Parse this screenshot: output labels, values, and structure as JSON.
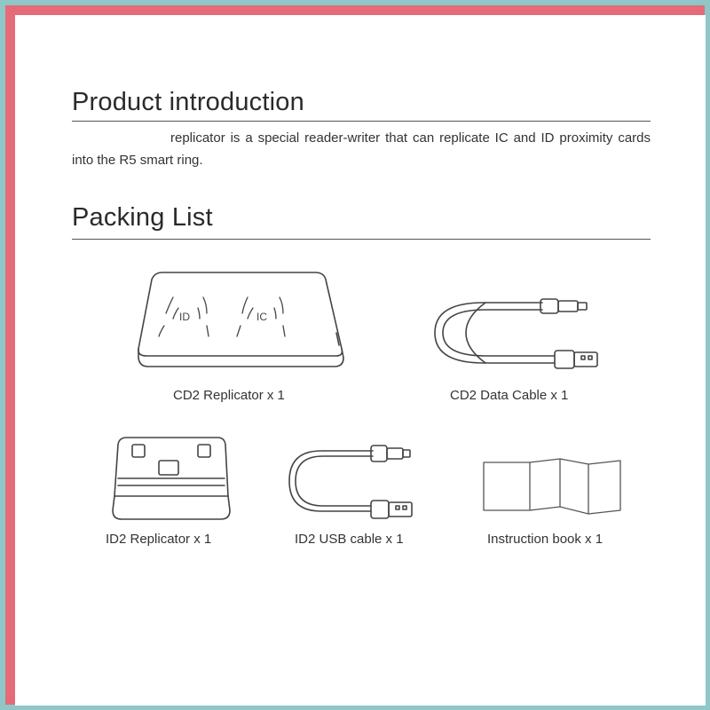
{
  "intro": {
    "heading": "Product introduction",
    "body": "replicator is a special reader-writer that can replicate IC and ID proximity cards into the R5 smart ring."
  },
  "packing": {
    "heading": "Packing List",
    "items": [
      {
        "label": "CD2 Replicator x 1",
        "icon": "card-reader-icon"
      },
      {
        "label": "CD2 Data Cable x 1",
        "icon": "data-cable-icon"
      },
      {
        "label": "ID2 Replicator x 1",
        "icon": "id-replicator-icon"
      },
      {
        "label": "ID2 USB cable x 1",
        "icon": "usb-cable-icon"
      },
      {
        "label": "Instruction book x 1",
        "icon": "instruction-book-icon"
      }
    ]
  },
  "colors": {
    "outer_border": "#8fc6c8",
    "inner_border": "#e46b77",
    "line_art": "#444444"
  }
}
